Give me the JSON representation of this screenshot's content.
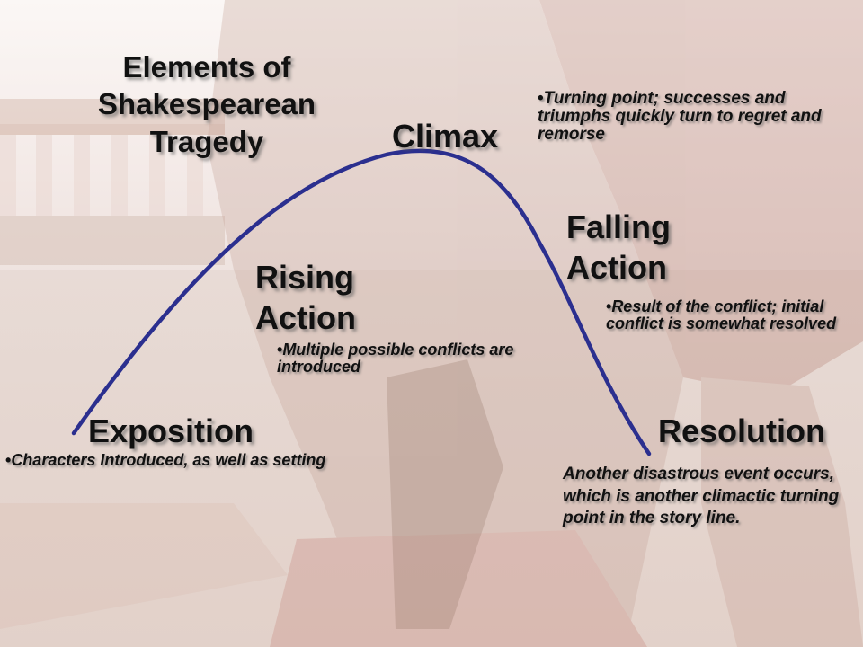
{
  "diagram": {
    "title_lines": [
      "Elements of",
      "Shakespearean",
      "Tragedy"
    ],
    "stages": {
      "climax": {
        "label": "Climax",
        "note": "Turning point; successes and triumphs quickly turn to regret and remorse"
      },
      "rising_action": {
        "label_lines": [
          "Rising",
          "Action"
        ],
        "note": "Multiple possible conflicts are introduced"
      },
      "falling_action": {
        "label_lines": [
          "Falling",
          "Action"
        ],
        "note": "Result of the conflict; initial conflict is somewhat resolved"
      },
      "exposition": {
        "label": "Exposition",
        "note": "Characters Introduced, as well as setting"
      },
      "resolution": {
        "label": "Resolution",
        "note": "Another disastrous event occurs, which is another climactic turning point in the story line."
      }
    },
    "curve_color": "#2b2f8f"
  }
}
